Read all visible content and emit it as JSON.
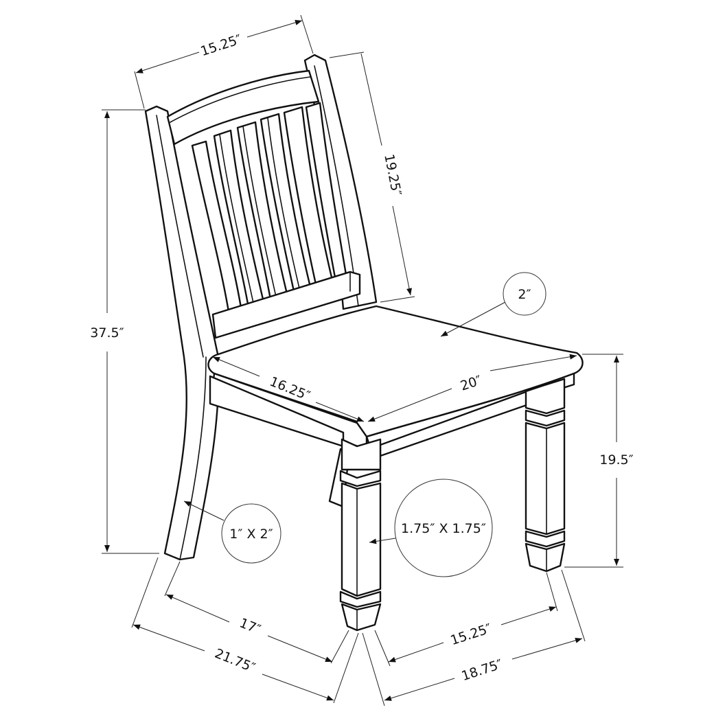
{
  "diagram": {
    "subject": "Dining side chair with slatted back and turned square legs",
    "background_color": "#ffffff",
    "line_color": "#111111",
    "dimensions": {
      "back_width": "15.25″",
      "back_height": "19.25″",
      "overall_height": "37.5″",
      "seat_thickness": "2″",
      "seat_depth": "16.25″",
      "seat_width": "20″",
      "seat_height": "19.5″",
      "back_leg_size": "1″ X 2″",
      "front_leg_size": "1.75″ X 1.75″",
      "inner_depth": "17″",
      "overall_depth": "21.75″",
      "inner_width": "15.25″",
      "overall_width": "18.75″"
    }
  }
}
